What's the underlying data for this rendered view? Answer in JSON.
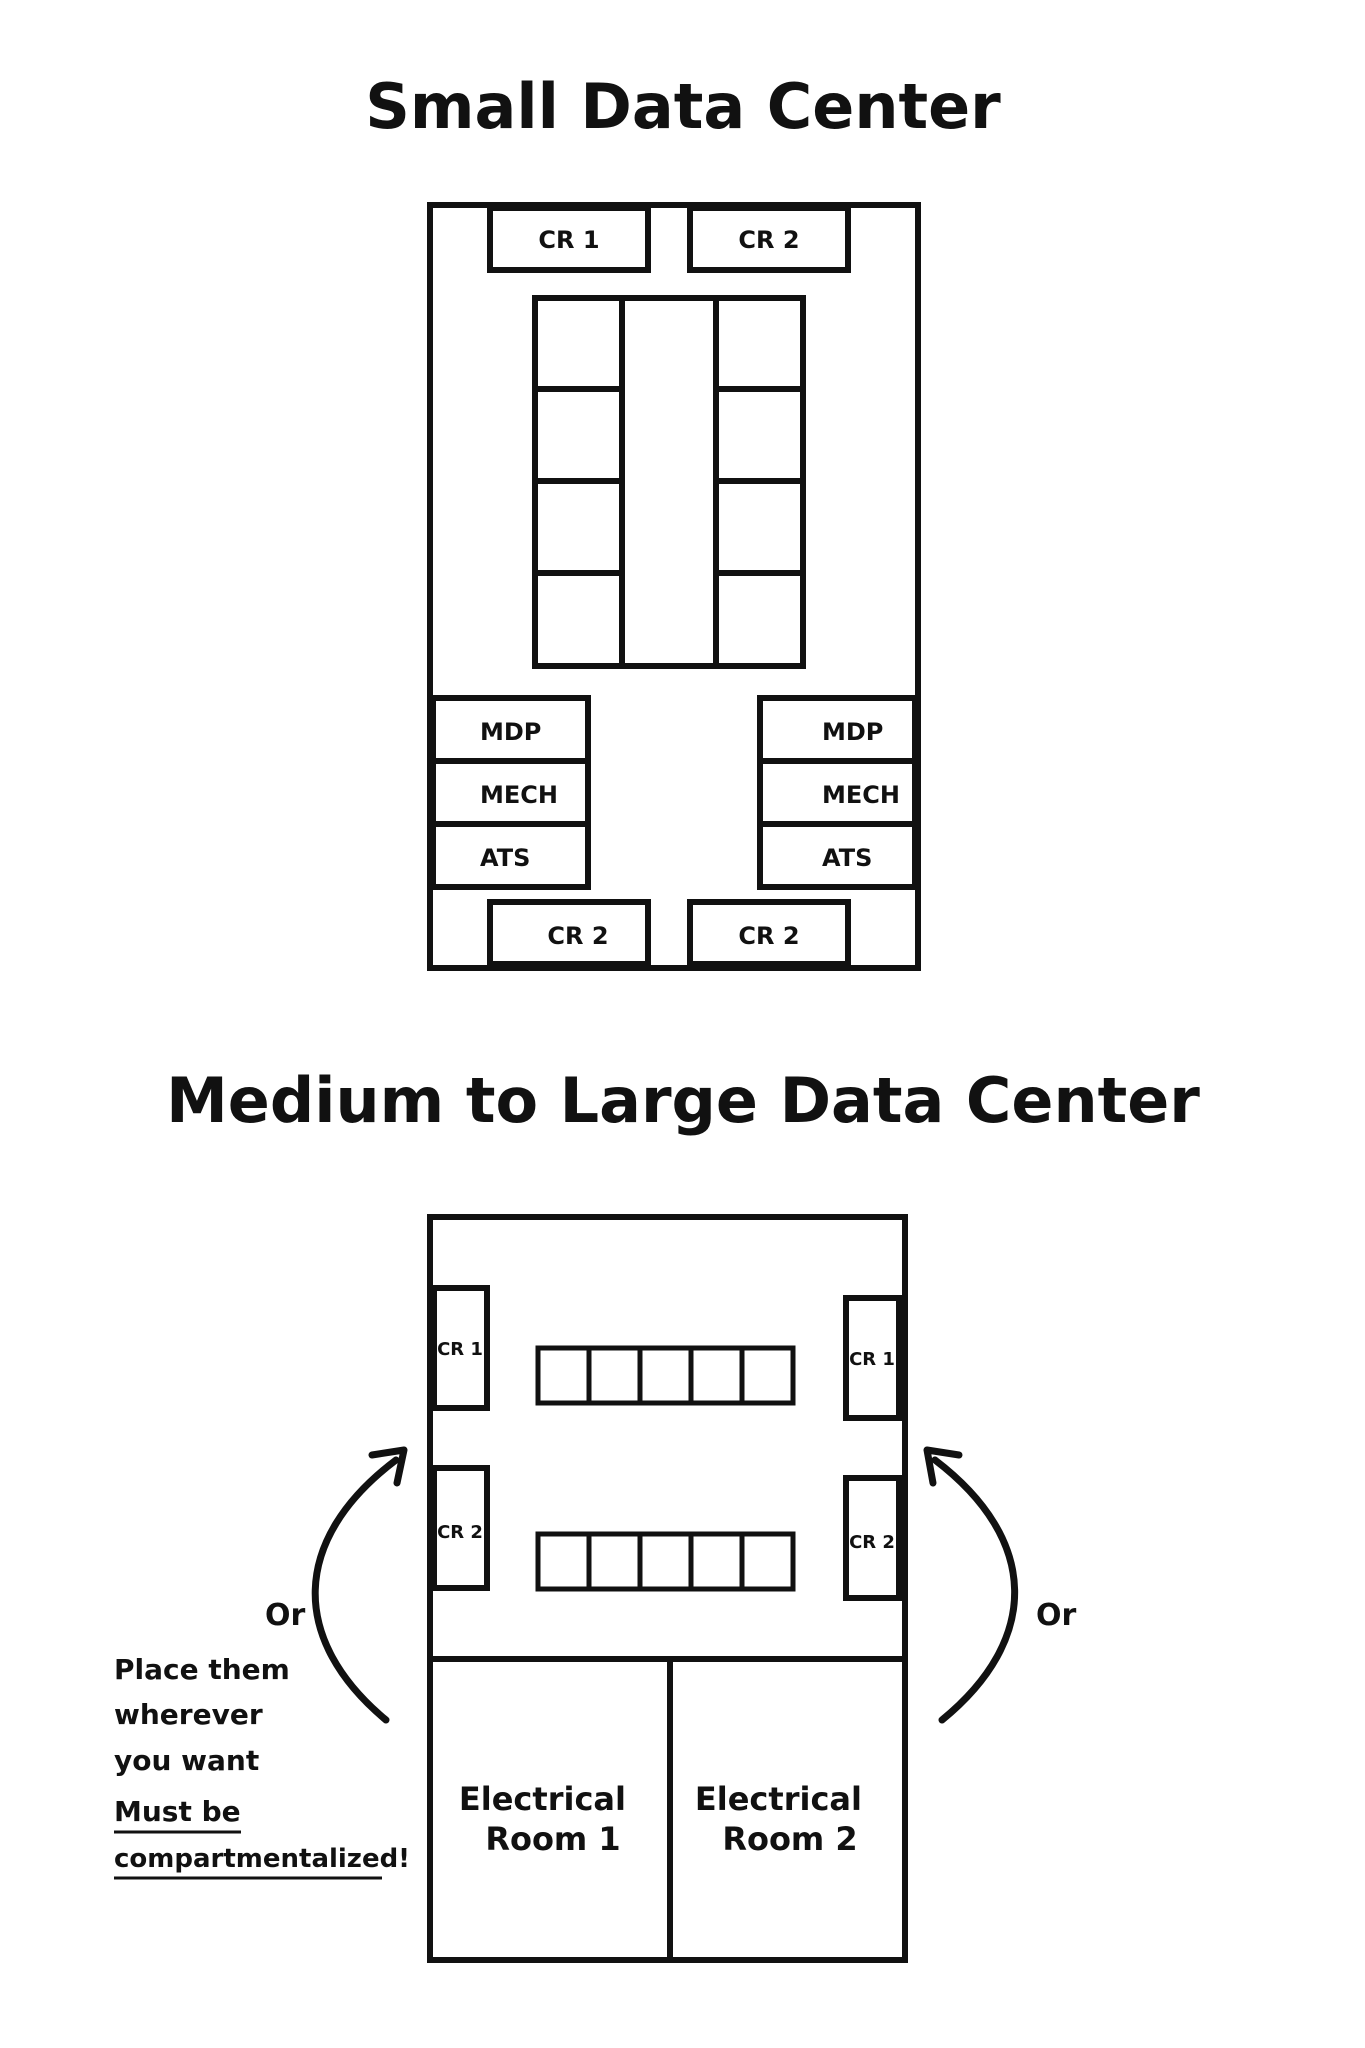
{
  "titles": {
    "small": "Small Data Center",
    "medium": "Medium to Large Data Center"
  },
  "small": {
    "top_rooms": [
      "CR 1",
      "CR 2"
    ],
    "bottom_rooms": [
      "CR 2",
      "CR 2"
    ],
    "left_stack": [
      "MDP",
      "MECH",
      "ATS"
    ],
    "right_stack": [
      "MDP",
      "MECH",
      "ATS"
    ]
  },
  "medium": {
    "left_rooms": [
      "CR 1",
      "CR 2"
    ],
    "right_rooms": [
      "CR 1",
      "CR 2"
    ],
    "electrical_rooms": [
      [
        "Electrical",
        "Room 1"
      ],
      [
        "Electrical",
        "Room 2"
      ]
    ],
    "or_left": "Or",
    "or_right": "Or",
    "note_lines": [
      "Place them",
      "wherever",
      "you want"
    ],
    "note_emphasis": [
      "Must be",
      "compartmentalized!"
    ]
  },
  "colors": {
    "stroke": "#111111",
    "background": "#ffffff"
  }
}
